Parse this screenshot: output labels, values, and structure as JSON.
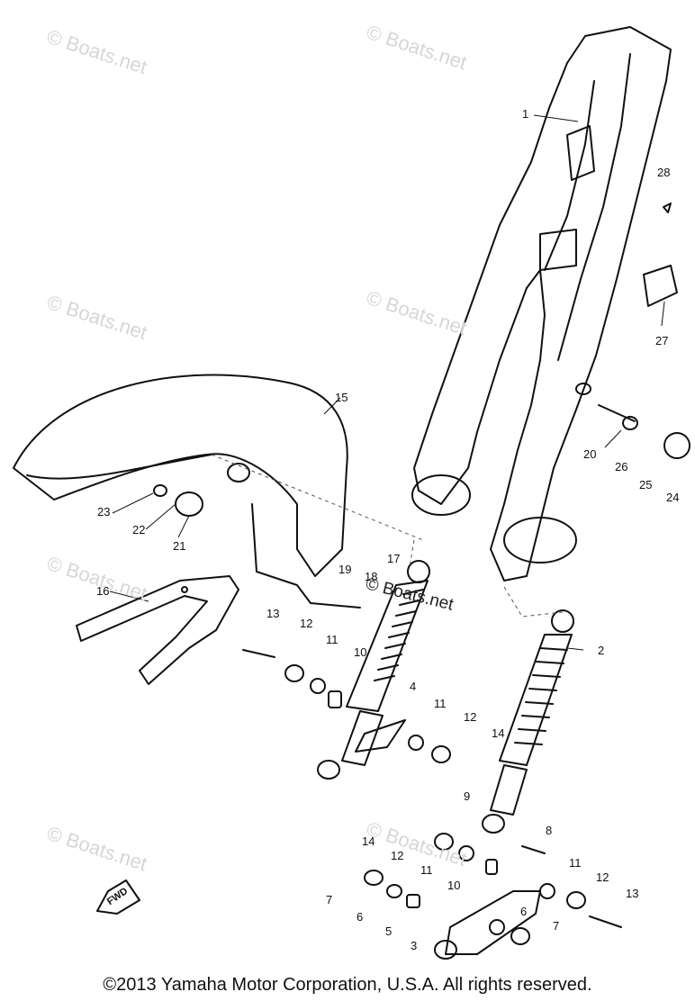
{
  "watermarks": [
    "© Boats.net",
    "© Boats.net",
    "© Boats.net",
    "© Boats.net",
    "© Boats.net",
    "© Boats.net",
    "© Boats.net"
  ],
  "center_watermark": "© Boats.net",
  "fwd_label": "FWD",
  "callouts": [
    "1",
    "28",
    "27",
    "15",
    "20",
    "26",
    "25",
    "24",
    "23",
    "22",
    "21",
    "19",
    "18",
    "17",
    "16",
    "13",
    "12",
    "11",
    "10",
    "4",
    "11",
    "12",
    "14",
    "2",
    "9",
    "8",
    "14",
    "12",
    "11",
    "10",
    "11",
    "12",
    "13",
    "7",
    "6",
    "5",
    "6",
    "7",
    "3"
  ],
  "copyright": "©2013 Yamaha Motor Corporation, U.S.A. All rights reserved."
}
